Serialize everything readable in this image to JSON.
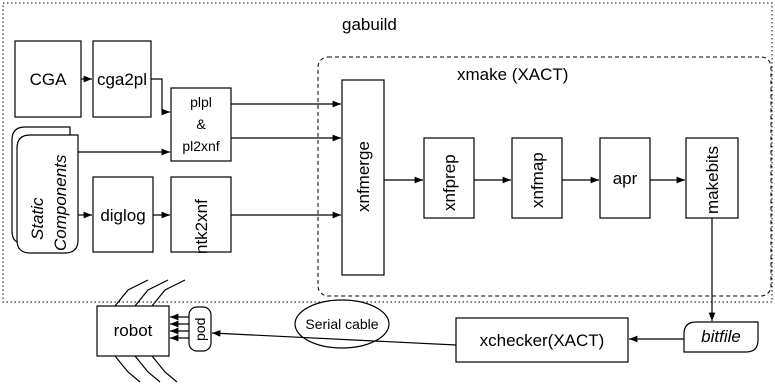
{
  "diagram": {
    "outer_label": "gabuild",
    "inner_label": "xmake (XACT)",
    "nodes": {
      "cga": "CGA",
      "cga2pl": "cga2pl",
      "plpl_line1": "plpl",
      "plpl_line2": "&",
      "plpl_line3": "pl2xnf",
      "static_line1": "Static",
      "static_line2": "Components",
      "diglog": "diglog",
      "ntk2xnf": "ntk2xnf",
      "xnfmerge": "xnfmerge",
      "xnfprep": "xnfprep",
      "xnfmap": "xnfmap",
      "apr": "apr",
      "makebits": "makebits",
      "bitfile": "bitfile",
      "xchecker": "xchecker(XACT)",
      "serial_cable": "Serial cable",
      "robot": "robot",
      "pod": "pod"
    }
  }
}
